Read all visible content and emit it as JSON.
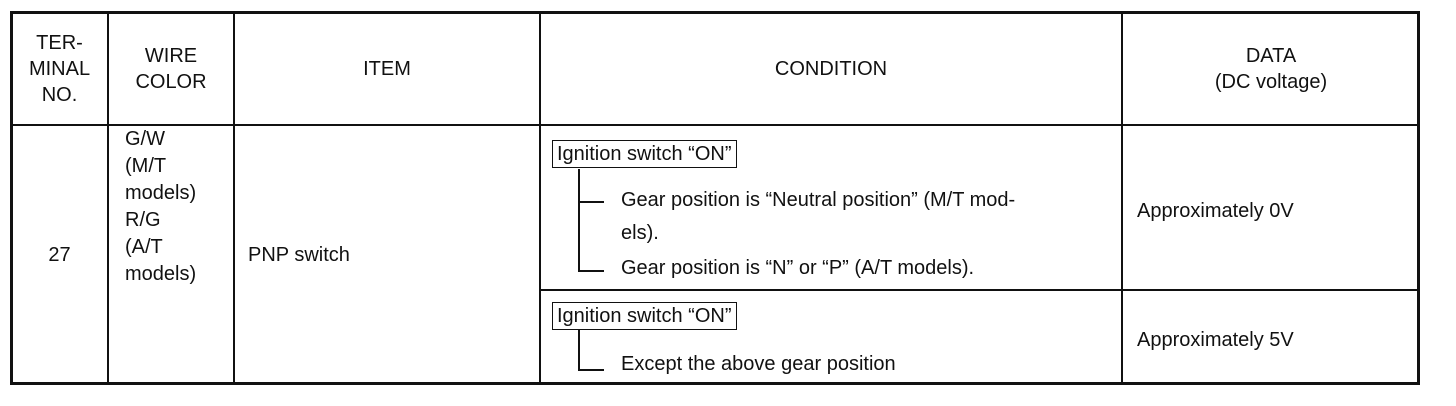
{
  "headers": {
    "terminal": [
      "TER-",
      "MINAL",
      "NO."
    ],
    "wire_color": [
      "WIRE",
      "COLOR"
    ],
    "item": "ITEM",
    "condition": "CONDITION",
    "data": [
      "DATA",
      "(DC voltage)"
    ]
  },
  "row": {
    "terminal_no": "27",
    "wire_color_lines": [
      "G/W",
      "(M/T",
      "models)",
      "R/G",
      "(A/T",
      "models)"
    ],
    "item": "PNP switch",
    "conditions": [
      {
        "box_label": "Ignition switch “ON”",
        "lines": [
          "Gear position is “Neutral position” (M/T mod-",
          "els).",
          "Gear position is “N” or “P” (A/T models)."
        ],
        "data": "Approximately 0V"
      },
      {
        "box_label": "Ignition switch “ON”",
        "lines": [
          "Except the above gear position"
        ],
        "data": "Approximately 5V"
      }
    ]
  }
}
